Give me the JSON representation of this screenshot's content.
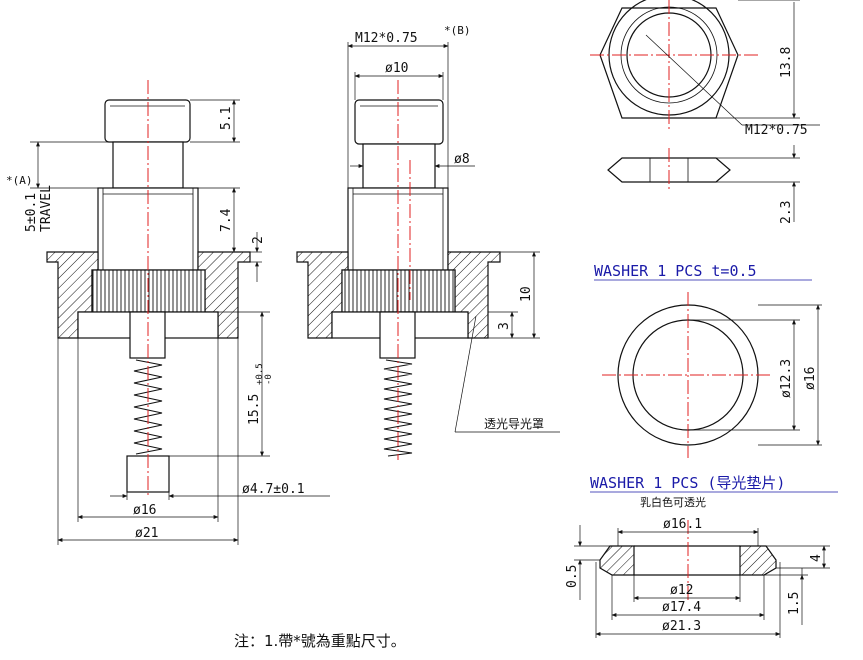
{
  "dims": {
    "d_5_1": "5.1",
    "d_7_4": "7.4",
    "d_2": "2",
    "d_15_5": "15.5",
    "tol_plus": "+0.5",
    "tol_minus": "-0",
    "d_4_7": "ø4.7±0.1",
    "d_16": "ø16",
    "d_21": "ø21",
    "mark_a": "*(A)",
    "travel_tol": "5±0.1",
    "travel": "TRAVEL",
    "m12": "M12*0.75",
    "mark_b": "*(B)",
    "d_10": "ø10",
    "d_8": "ø8",
    "d_10h": "10",
    "d_3": "3",
    "light_cover": "透光导光罩",
    "nut_m12": "M12*0.75",
    "nut_13_8": "13.8",
    "nut_2_3": "2.3"
  },
  "washer1": {
    "title": "WASHER  1  PCS  t=0.5",
    "d_12_3": "ø12.3",
    "d_16": "ø16"
  },
  "washer2": {
    "title": "WASHER  1  PCS  (导光垫片)",
    "material": "乳白色可透光",
    "d_16_1": "ø16.1",
    "d_12": "ø12",
    "d_17_4": "ø17.4",
    "d_21_3": "ø21.3",
    "d_0_5": "0.5",
    "d_4": "4",
    "d_1_5": "1.5"
  },
  "footnote": "注：1.帶*號為重點尺寸。"
}
